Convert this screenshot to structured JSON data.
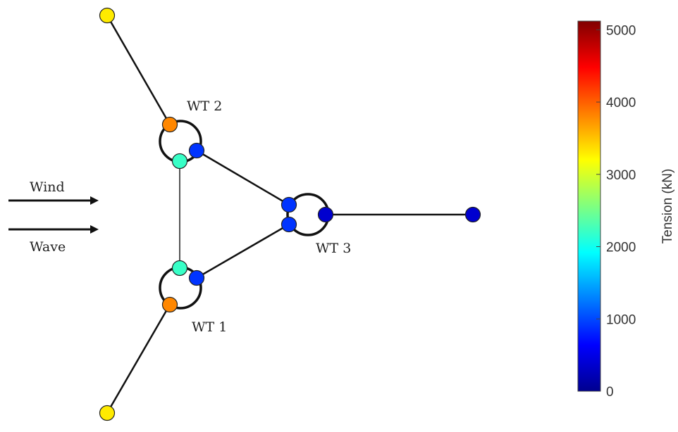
{
  "labels": {
    "wind": "Wind",
    "wave": "Wave",
    "wt1": "WT 1",
    "wt2": "WT 2",
    "wt3": "WT 3"
  },
  "colorbar": {
    "label": "Tension (kN)",
    "ticks": [
      "0",
      "1000",
      "2000",
      "3000",
      "4000",
      "5000"
    ],
    "range": [
      0,
      5120
    ],
    "colormap": "jet"
  },
  "chart_data": {
    "type": "network",
    "title": "",
    "color_metric": "Tension (kN)",
    "nodes": [
      {
        "id": "anchor-wt2",
        "tension": 3300
      },
      {
        "id": "wt2-fairlead-a",
        "tension": 3800
      },
      {
        "id": "wt2-fairlead-b",
        "tension": 2200
      },
      {
        "id": "wt2-fairlead-c",
        "tension": 900
      },
      {
        "id": "wt3-fairlead-a",
        "tension": 900
      },
      {
        "id": "wt3-fairlead-b",
        "tension": 900
      },
      {
        "id": "wt3-fairlead-c",
        "tension": 400
      },
      {
        "id": "anchor-wt3",
        "tension": 400
      },
      {
        "id": "wt1-fairlead-b",
        "tension": 2200
      },
      {
        "id": "wt1-fairlead-c",
        "tension": 900
      },
      {
        "id": "wt1-fairlead-a",
        "tension": 3800
      },
      {
        "id": "anchor-wt1",
        "tension": 3300
      }
    ]
  }
}
